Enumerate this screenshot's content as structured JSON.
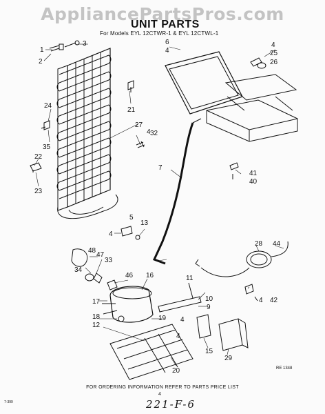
{
  "watermark": "AppliancePartsPros.com",
  "title": "UNIT PARTS",
  "subtitle": "For Models EYL 12CTWR-1 & EYL 12CTWL-1",
  "footer": "FOR ORDERING INFORMATION REFER TO PARTS PRICE LIST",
  "page_number": "4",
  "reference_code": "RE 1348",
  "corner_mark": "7-399",
  "handwritten_note": "221-F-6",
  "callouts": [
    "1",
    "2",
    "3",
    "4",
    "5",
    "6",
    "7",
    "9",
    "10",
    "11",
    "12",
    "13",
    "15",
    "16",
    "17",
    "18",
    "19",
    "20",
    "21",
    "22",
    "23",
    "24",
    "25",
    "26",
    "27",
    "28",
    "29",
    "32",
    "33",
    "34",
    "35",
    "40",
    "41",
    "42",
    "44",
    "46",
    "47",
    "48"
  ]
}
